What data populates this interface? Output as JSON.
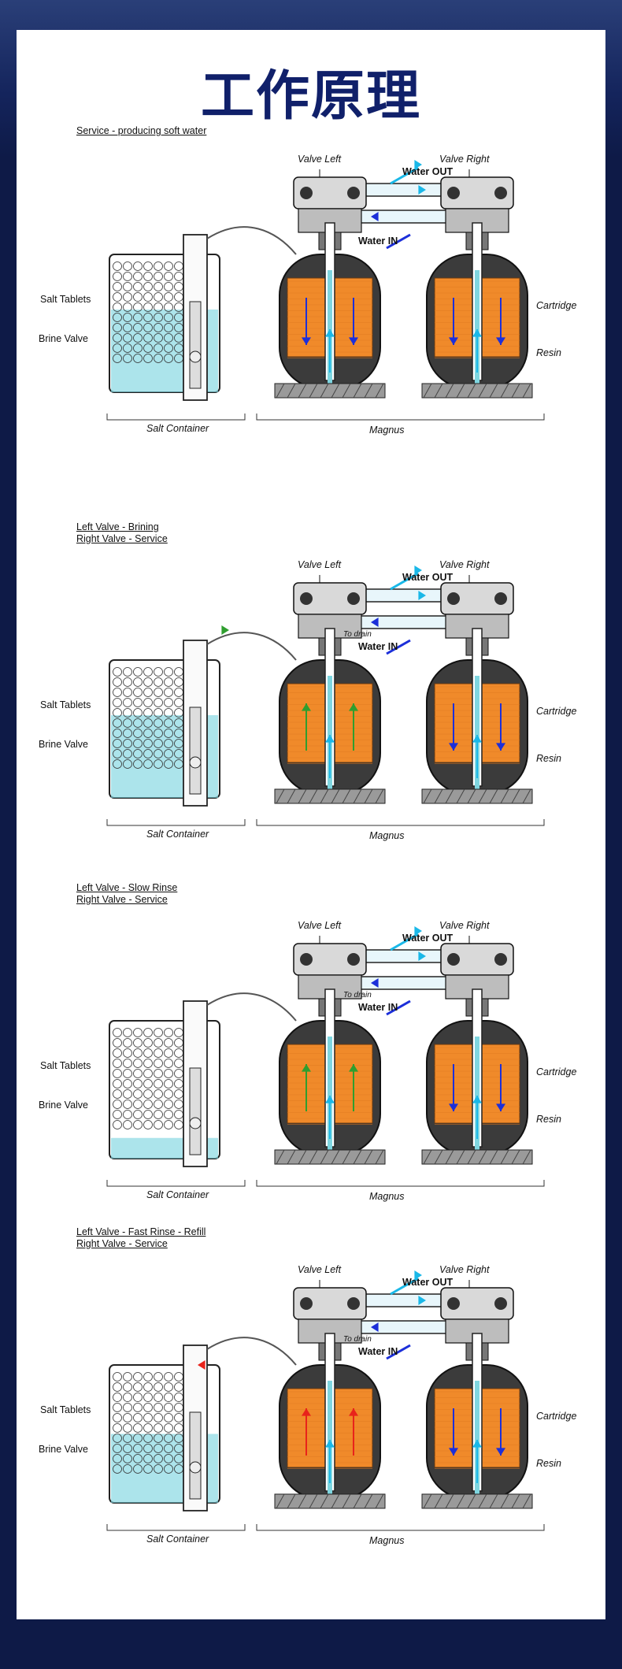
{
  "title": "工作原理",
  "labels": {
    "valve_left": "Valve Left",
    "valve_right": "Valve Right",
    "water_out": "Water OUT",
    "water_in": "Water IN",
    "salt_tablets": "Salt Tablets",
    "brine_valve": "Brine Valve",
    "cartridge": "Cartridge",
    "resin": "Resin",
    "salt_container": "Salt Container",
    "magnus": "Magnus",
    "to_drain": "To drain"
  },
  "panels": [
    {
      "mode_line1": "Service - producing soft water",
      "mode_line2": "",
      "left_flow": "down",
      "left_color": "#1c2fd9",
      "brine_level": 0.6,
      "drain": false
    },
    {
      "mode_line1": "Left Valve - Brining",
      "mode_line2": "Right Valve - Service",
      "left_flow": "up",
      "left_color": "#2f9e2f",
      "brine_level": 0.6,
      "drain": true
    },
    {
      "mode_line1": "Left Valve - Slow Rinse",
      "mode_line2": "Right Valve - Service",
      "left_flow": "up",
      "left_color": "#2f9e2f",
      "brine_level": 0.15,
      "drain": true
    },
    {
      "mode_line1": "Left Valve - Fast Rinse - Refill",
      "mode_line2": "Right Valve - Service",
      "left_flow": "up",
      "left_color": "#e8231b",
      "brine_level": 0.5,
      "drain": true
    }
  ],
  "colors": {
    "resin": "#f08a2a",
    "water": "#7fd6e0",
    "service_arrow": "#1c2fd9",
    "outlet_arrow": "#1ab8e8",
    "brine_arrow": "#2f9e2f",
    "rinse_arrow": "#e8231b"
  }
}
